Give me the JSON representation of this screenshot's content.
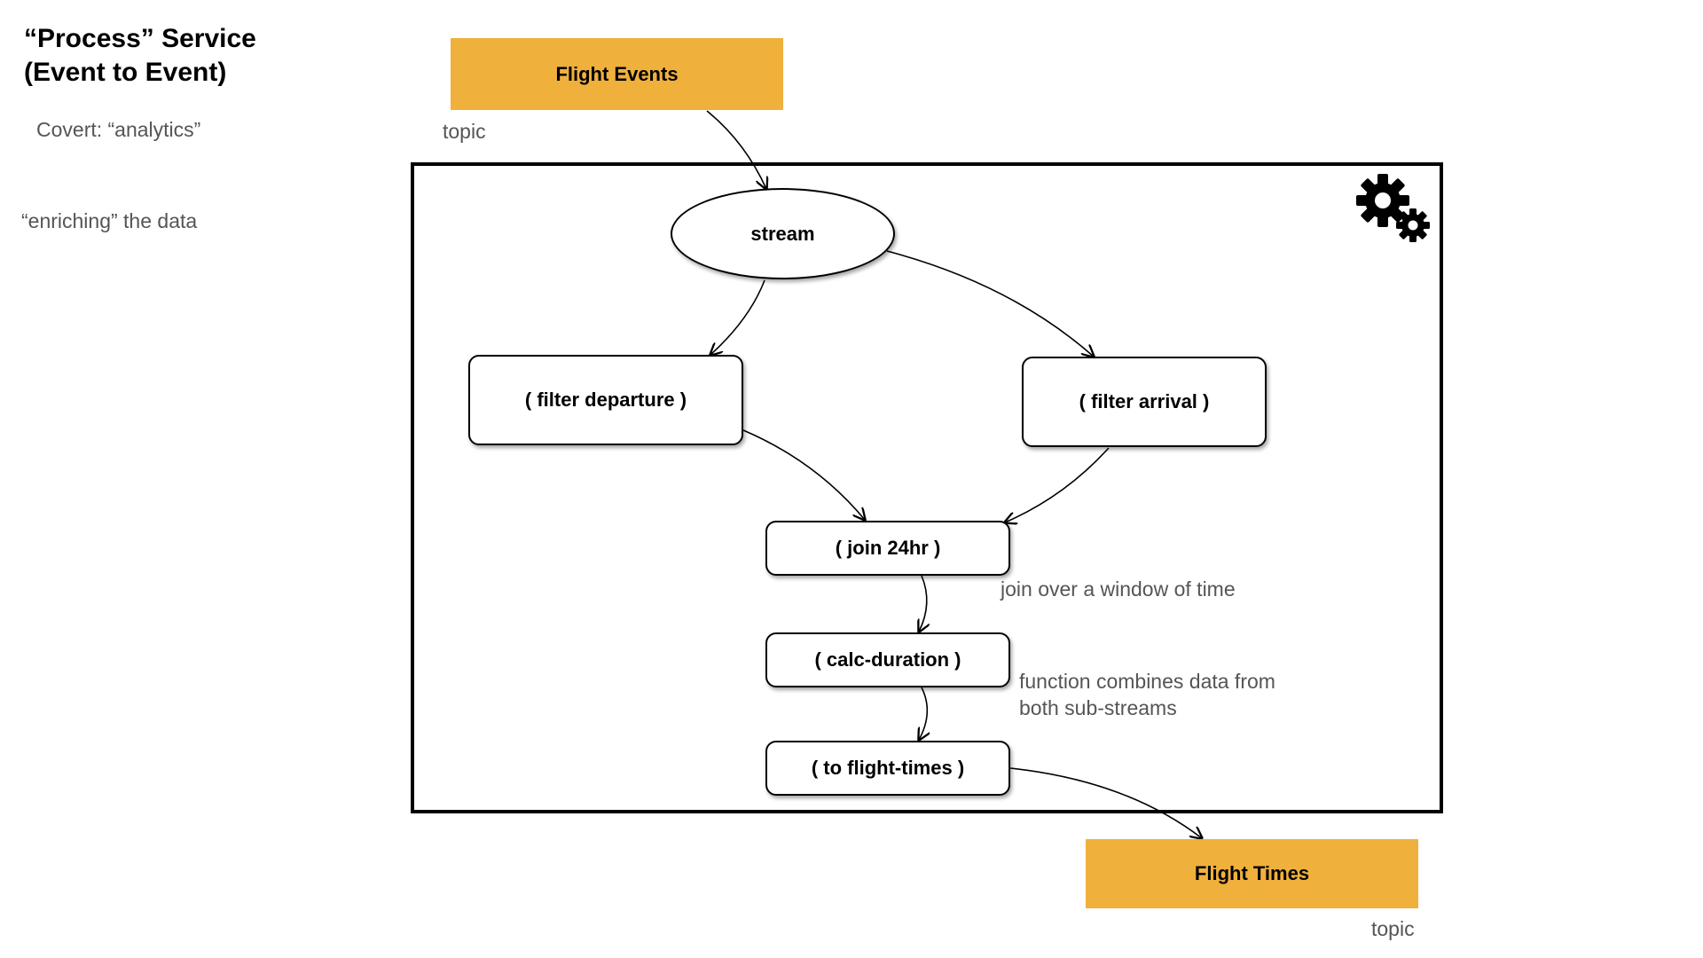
{
  "header": {
    "title_line1": "“Process” Service",
    "title_line2": "(Event to Event)"
  },
  "notes": {
    "covert": "Covert: “analytics”",
    "enriching": "“enriching” the data",
    "join_window": "join over a window of time",
    "function_line1": "function combines data from",
    "function_line2": "both sub-streams"
  },
  "topics": {
    "input": {
      "label": "Flight Events",
      "type_label": "topic"
    },
    "output": {
      "label": "Flight Times",
      "type_label": "topic"
    }
  },
  "nodes": {
    "stream": "stream",
    "filter_departure": "( filter departure )",
    "filter_arrival": "( filter arrival )",
    "join": "( join 24hr )",
    "calc": "( calc-duration )",
    "to_topic": "( to flight-times )"
  },
  "icons": {
    "service": "gears-icon"
  },
  "colors": {
    "topic_fill": "#f0b03c",
    "note_text": "#555555"
  }
}
